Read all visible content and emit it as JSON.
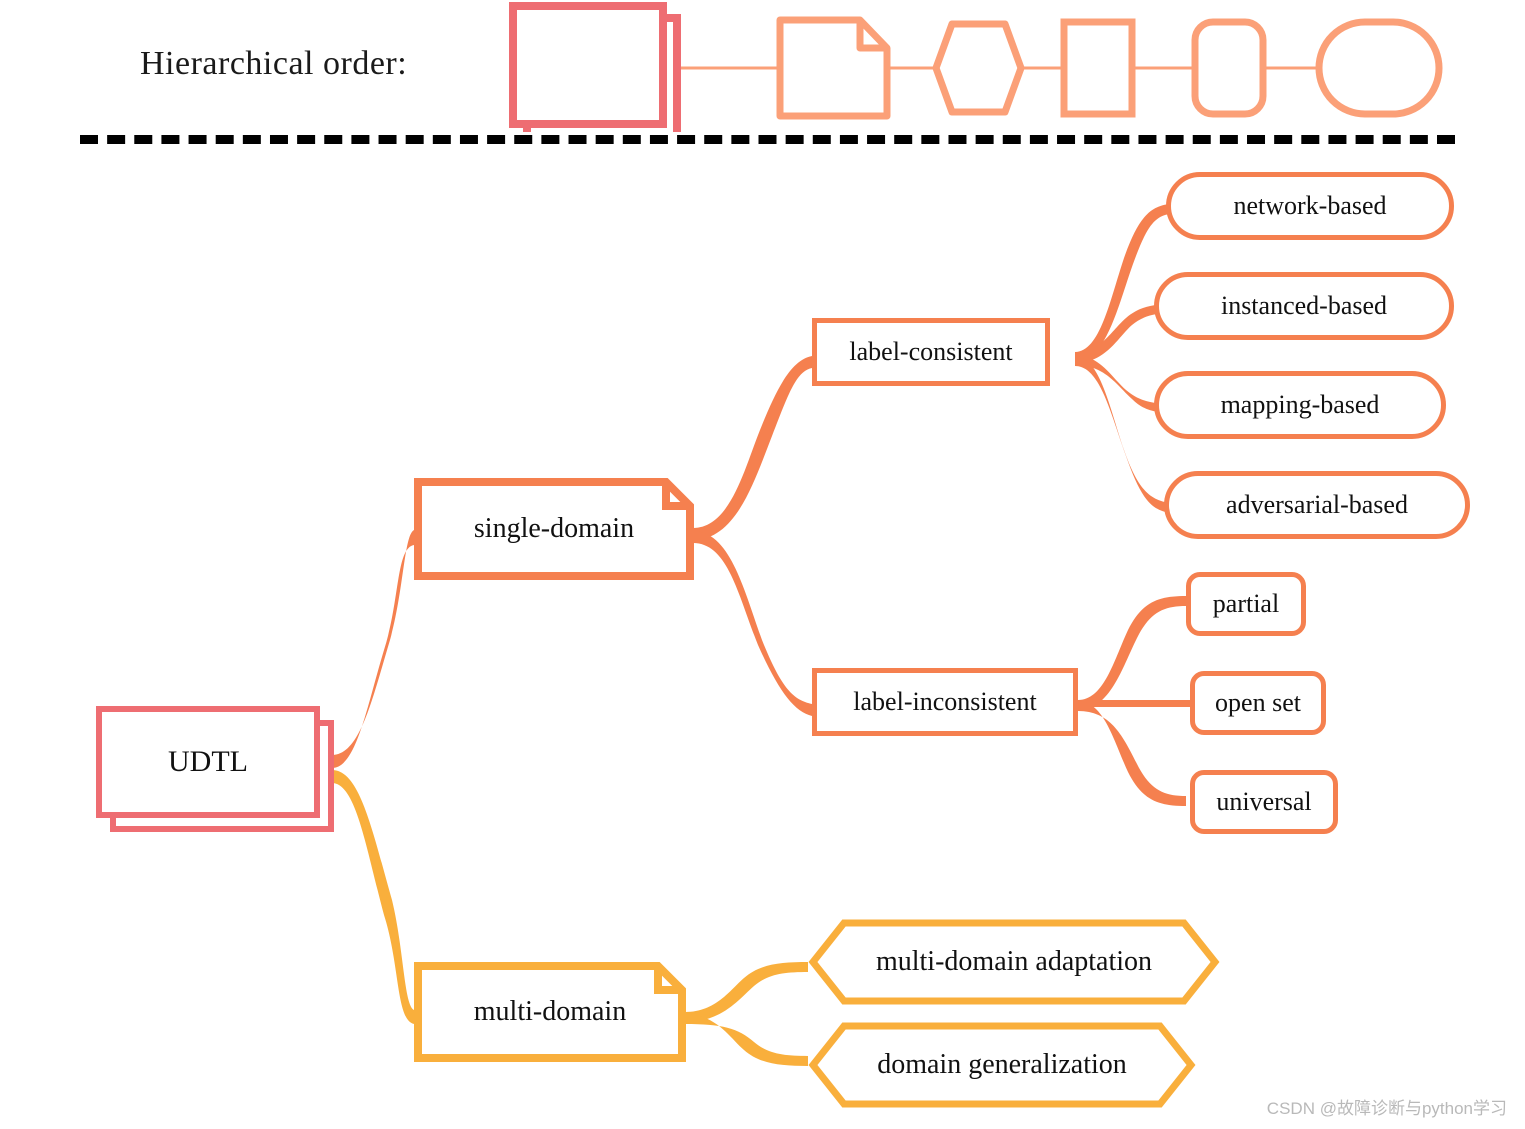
{
  "legend": {
    "title": "Hierarchical  order:",
    "shapes": [
      {
        "name": "stacked-rectangle",
        "color": "#EE6D72"
      },
      {
        "name": "document",
        "color": "#FBA078"
      },
      {
        "name": "hexagon",
        "color": "#FBA078"
      },
      {
        "name": "rectangle",
        "color": "#FBA078"
      },
      {
        "name": "rounded-rectangle",
        "color": "#FBA078"
      },
      {
        "name": "stadium",
        "color": "#FBA078"
      }
    ]
  },
  "colors": {
    "root": "#EE6D72",
    "orange": "#F5804F",
    "amber": "#F9AF3C",
    "legend": "#FBA078",
    "divider": "#000000",
    "text": "#111111"
  },
  "tree": {
    "root": {
      "label": "UDTL",
      "shape": "stacked-rectangle"
    },
    "branches": [
      {
        "label": "single-domain",
        "shape": "document",
        "color": "#F5804F",
        "children": [
          {
            "label": "label-consistent",
            "shape": "rectangle",
            "children": [
              {
                "label": "network-based",
                "shape": "stadium"
              },
              {
                "label": "instanced-based",
                "shape": "stadium"
              },
              {
                "label": "mapping-based",
                "shape": "stadium"
              },
              {
                "label": "adversarial-based",
                "shape": "stadium"
              }
            ]
          },
          {
            "label": "label-inconsistent",
            "shape": "rectangle",
            "children": [
              {
                "label": "partial",
                "shape": "rounded-rectangle"
              },
              {
                "label": "open set",
                "shape": "rounded-rectangle"
              },
              {
                "label": "universal",
                "shape": "rounded-rectangle"
              }
            ]
          }
        ]
      },
      {
        "label": "multi-domain",
        "shape": "document",
        "color": "#F9AF3C",
        "children": [
          {
            "label": "multi-domain adaptation",
            "shape": "hexagon"
          },
          {
            "label": "domain generalization",
            "shape": "hexagon"
          }
        ]
      }
    ]
  },
  "watermark": "CSDN @故障诊断与python学习"
}
